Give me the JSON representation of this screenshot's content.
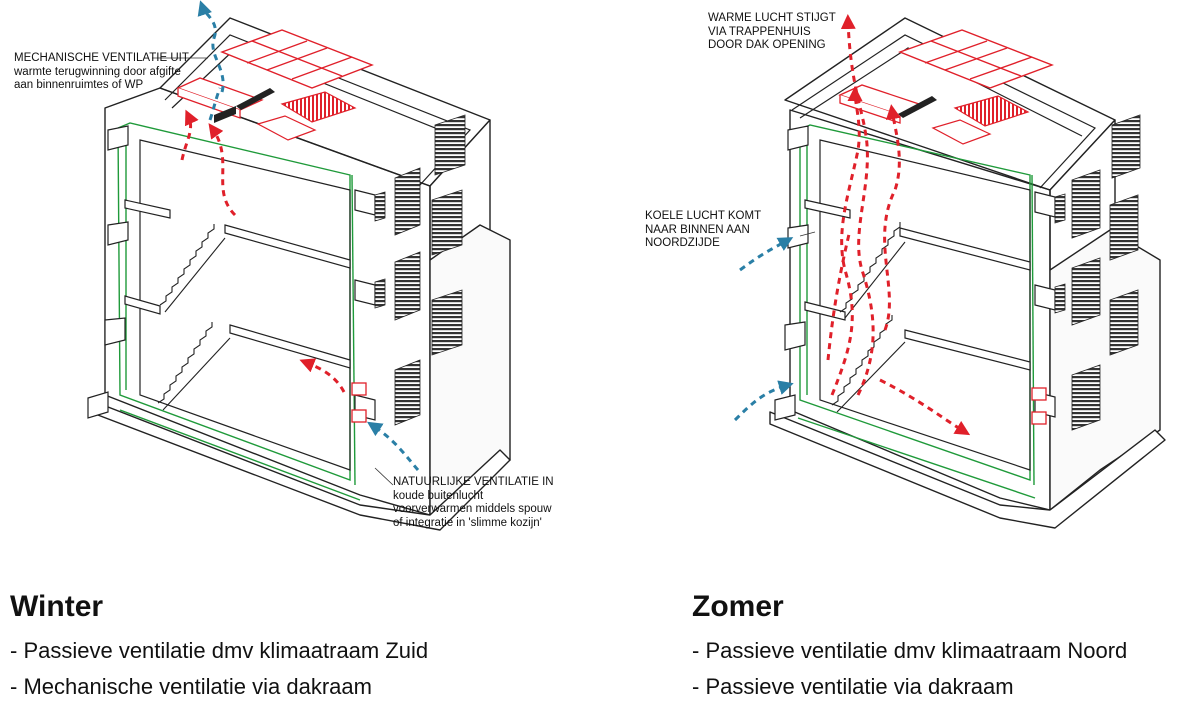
{
  "panels": [
    {
      "id": "winter",
      "title": "Winter",
      "bullets": [
        "- Passieve ventilatie dmv klimaatraam Zuid",
        "- Mechanische ventilatie via dakraam"
      ],
      "annotations": [
        {
          "id": "mech",
          "lines": [
            "MECHANISCHE VENTILATIE UIT",
            "warmte terugwinning door afgifte",
            "aan binnenruimtes of WP"
          ]
        },
        {
          "id": "natural",
          "lines": [
            "NATUURLIJKE VENTILATIE IN",
            "koude buitenlucht",
            "voorverwarmen middels spouw",
            "of integratie in 'slimme kozijn'"
          ]
        }
      ]
    },
    {
      "id": "zomer",
      "title": "Zomer",
      "bullets": [
        "- Passieve ventilatie dmv klimaatraam Noord",
        "- Passieve ventilatie via dakraam"
      ],
      "annotations": [
        {
          "id": "warm",
          "lines": [
            "WARME LUCHT STIJGT",
            "VIA TRAPPENHUIS",
            "DOOR DAK OPENING"
          ]
        },
        {
          "id": "cool",
          "lines": [
            "KOELE LUCHT KOMT",
            "NAAR BINNEN AAN",
            "NOORDZIJDE"
          ]
        }
      ]
    }
  ],
  "colors": {
    "warm_air": "#e0202a",
    "cool_air": "#2a7fa6",
    "insulation": "#1f9a3a",
    "outline": "#222222",
    "roof_element": "#e0202a"
  },
  "icons": {
    "warm_air": "red-dashed-arrow-icon",
    "cool_air": "blue-dashed-arrow-icon",
    "louvre": "louvre-panel-icon",
    "solar": "solar-panel-icon"
  }
}
